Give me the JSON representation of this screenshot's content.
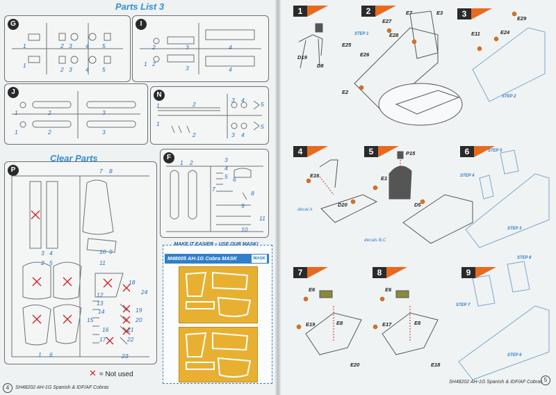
{
  "left_page": {
    "title": "Parts List 3",
    "clear_parts_title": "Clear Parts",
    "sprues": [
      {
        "letter": "G",
        "numbers": [
          "1",
          "2",
          "3",
          "4",
          "5",
          "1",
          "2",
          "3",
          "4",
          "5"
        ]
      },
      {
        "letter": "I",
        "numbers": [
          "2",
          "3",
          "4",
          "1",
          "2",
          "3",
          "4"
        ]
      },
      {
        "letter": "J",
        "numbers": [
          "1",
          "2",
          "3",
          "1",
          "2",
          "3"
        ]
      },
      {
        "letter": "N",
        "numbers": [
          "1",
          "2",
          "3",
          "4",
          "5",
          "1",
          "2",
          "3",
          "4",
          "5"
        ]
      },
      {
        "letter": "P",
        "numbers": [
          "7",
          "8",
          "3",
          "4",
          "2",
          "5",
          "10",
          "9",
          "11",
          "12",
          "13",
          "14",
          "15",
          "16",
          "17",
          "18",
          "19",
          "20",
          "21",
          "22",
          "23",
          "24",
          "1",
          "6"
        ]
      },
      {
        "letter": "F",
        "numbers": [
          "1",
          "2",
          "3",
          "4",
          "5",
          "6",
          "7",
          "8",
          "9",
          "10",
          "11"
        ]
      }
    ],
    "mask": {
      "heading": "MAKE IT EASIER – USE OUR MASK!",
      "band": "M48005 AH-1G Cobra MASK",
      "logo": "MASK"
    },
    "legend": "= Not used",
    "footer": "SH48202 AH-1G Spanish & IDF/AF Cobras",
    "page_number": "4"
  },
  "right_page": {
    "footer": "SH48202 AH-1G Spanish & IDF/AF Cobras",
    "page_number": "5",
    "steps": [
      {
        "number": "1",
        "labels": [
          "D19",
          "D8"
        ]
      },
      {
        "number": "2",
        "labels": [
          "E7",
          "E3",
          "E27",
          "E28",
          "E25",
          "E26",
          "E2"
        ],
        "step_labels": [
          "STEP 1"
        ]
      },
      {
        "number": "3",
        "labels": [
          "E29",
          "E11",
          "E24"
        ],
        "step_labels": [
          "STEP 2"
        ]
      },
      {
        "number": "4",
        "labels": [
          "E16",
          "D20"
        ],
        "decals": [
          "decal A"
        ]
      },
      {
        "number": "5",
        "labels": [
          "P15",
          "E1",
          "D5"
        ],
        "decals": [
          "decals B,C"
        ]
      },
      {
        "number": "6",
        "labels": [],
        "step_labels": [
          "STEP 5",
          "STEP 4",
          "STEP 3"
        ]
      },
      {
        "number": "7",
        "labels": [
          "E6",
          "E19",
          "E8",
          "E20"
        ]
      },
      {
        "number": "8",
        "labels": [
          "E6",
          "E17",
          "E8",
          "E18"
        ]
      },
      {
        "number": "9",
        "labels": [],
        "step_labels": [
          "STEP 8",
          "STEP 7",
          "STEP 6"
        ]
      }
    ]
  },
  "colors": {
    "accent_blue": "#2f8fd6",
    "step_orange": "#e86a1e",
    "mask_yellow": "#e8b031",
    "not_used_red": "#d22222"
  }
}
